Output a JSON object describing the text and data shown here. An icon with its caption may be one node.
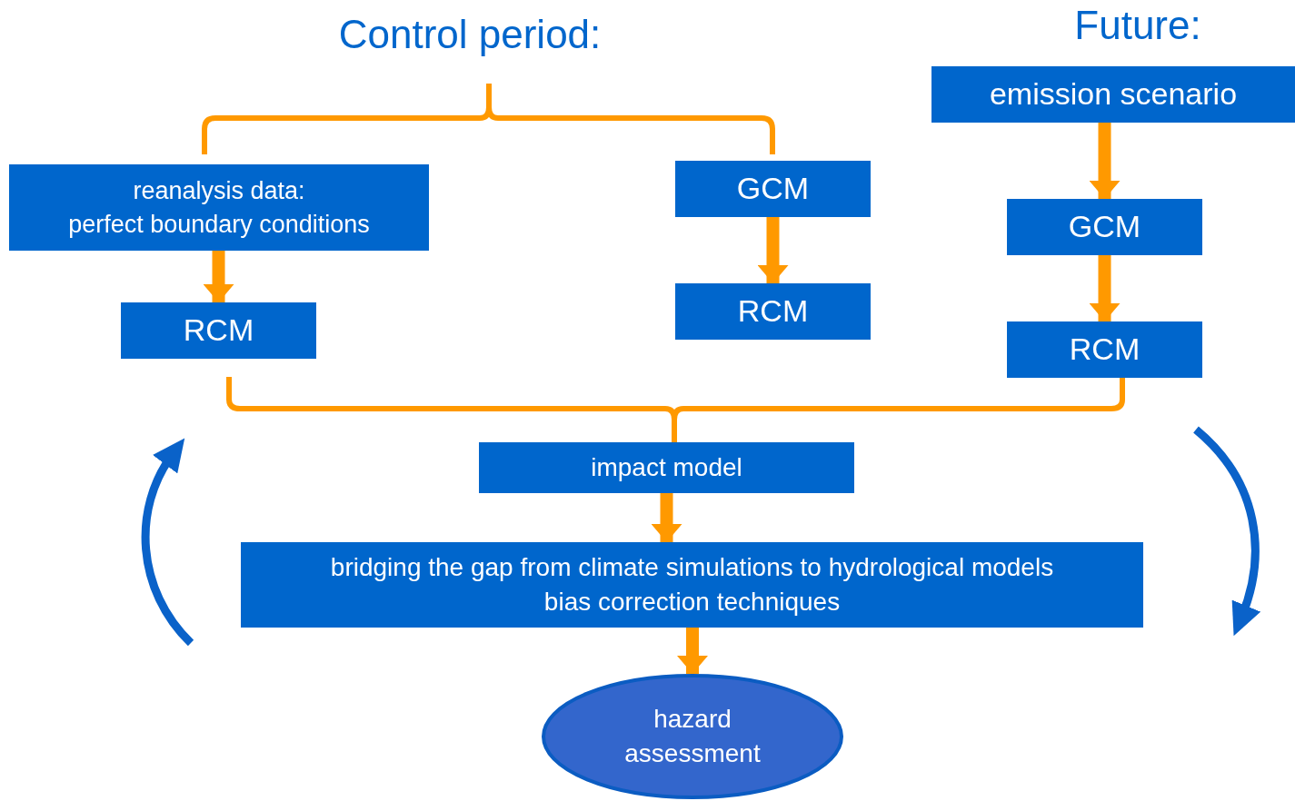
{
  "diagram": {
    "nodes": [
      {
        "text": [
          "emission scenario"
        ]
      },
      {
        "text": [
          "reanalysis data:",
          "perfect boundary conditions"
        ]
      },
      {
        "text": [
          "GCM"
        ]
      },
      {
        "text": [
          "GCM"
        ]
      },
      {
        "text": [
          "RCM"
        ]
      },
      {
        "text": [
          "RCM"
        ]
      },
      {
        "text": [
          "RCM"
        ]
      },
      {
        "text": [
          "impact model"
        ]
      },
      {
        "text": [
          "bridging the gap from climate simulations to hydrological models",
          "bias correction techniques"
        ]
      },
      {
        "text": [
          "hazard assessment"
        ]
      }
    ],
    "edges": [
      {
        "from": 1,
        "to": 4,
        "arrow": "to"
      },
      {
        "from": 2,
        "to": 5,
        "arrow": "to"
      },
      {
        "from": 0,
        "to": 3,
        "arrow": "to"
      },
      {
        "from": 3,
        "to": 6,
        "arrow": "to"
      },
      {
        "from": 7,
        "to": 8,
        "arrow": "to"
      },
      {
        "from": 8,
        "to": 9,
        "arrow": "to"
      }
    ],
    "labels": [
      "Control period:",
      "Future:"
    ]
  }
}
